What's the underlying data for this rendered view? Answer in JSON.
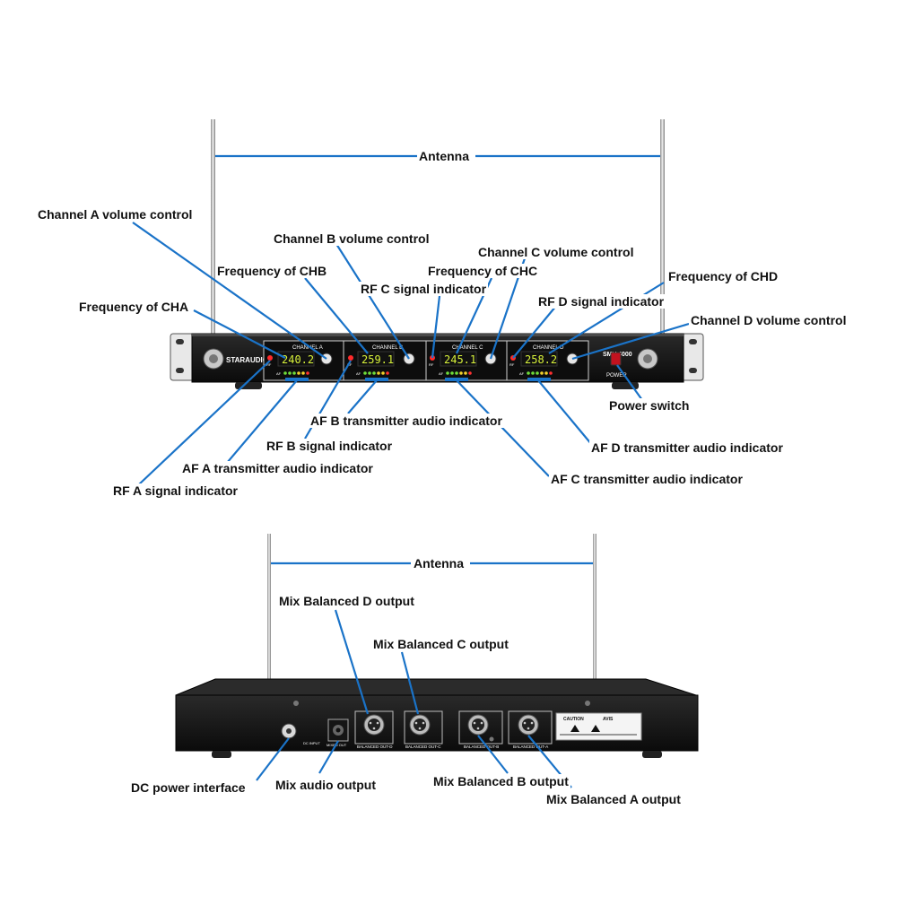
{
  "front": {
    "brand": "STARAUDIO",
    "model": "SMV-4000",
    "power_panel_label": "POWER",
    "channels": [
      {
        "label": "CHANNEL A",
        "freq": "240.2"
      },
      {
        "label": "CHANNEL B",
        "freq": "259.1"
      },
      {
        "label": "CHANNEL C",
        "freq": "245.1"
      },
      {
        "label": "CHANNEL D",
        "freq": "258.2"
      }
    ],
    "rf_small": "RF",
    "af_small": "AF"
  },
  "rear": {
    "ports": [
      "BALANCED OUT-D",
      "BALANCED OUT-C",
      "BALANCED OUT-B",
      "BALANCED OUT-A"
    ],
    "dc_label": "DC INPUT",
    "mixed_label": "MIXED OUT",
    "caution": "CAUTION",
    "avis": "AVIS"
  },
  "callouts": {
    "antenna_front": "Antenna",
    "ch_a_volume": "Channel A volume control",
    "ch_b_volume": "Channel B volume control",
    "ch_c_volume": "Channel C volume control",
    "freq_chb": "Frequency of CHB",
    "freq_chc": "Frequency of CHC",
    "rf_c": "RF C signal indicator",
    "freq_chd": "Frequency of CHD",
    "rf_d": "RF D signal indicator",
    "freq_cha": "Frequency of CHA",
    "ch_d_volume": "Channel D volume control",
    "power_switch": "Power switch",
    "af_b": "AF B transmitter audio indicator",
    "rf_b": "RF B signal indicator",
    "af_d": "AF D transmitter audio indicator",
    "af_a": "AF A transmitter audio indicator",
    "af_c": "AF C transmitter audio indicator",
    "rf_a": "RF A signal indicator",
    "antenna_rear": "Antenna",
    "mix_d": "Mix Balanced D output",
    "mix_c": "Mix Balanced C output",
    "dc_power": "DC power interface",
    "mix_audio": "Mix audio output",
    "mix_b": "Mix Balanced B output",
    "mix_a": "Mix Balanced A output"
  }
}
